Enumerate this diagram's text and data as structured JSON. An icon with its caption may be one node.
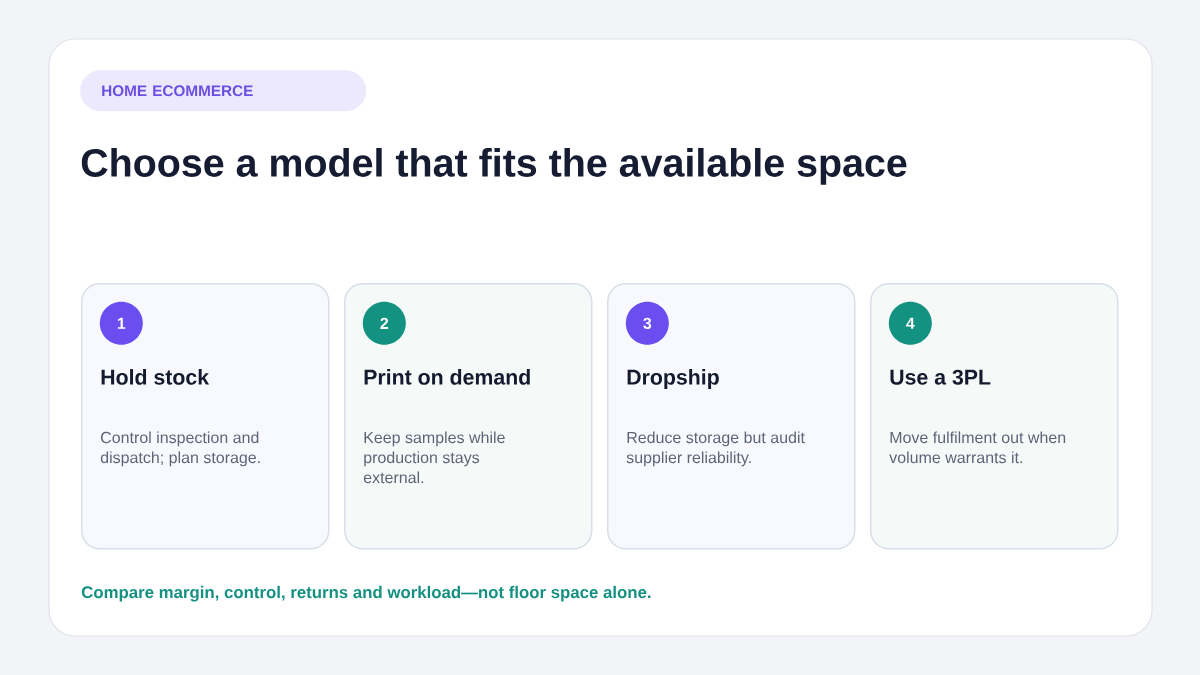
{
  "diagram": {
    "title": "Choose a model that fits the available space",
    "caption": "Compare margin, control, returns and workload—not floor space alone.",
    "nodes": [
      {
        "text": [
          "HOME ECOMMERCE"
        ]
      },
      {
        "text": [
          "Hold stock",
          "Control inspection and dispatch; plan storage."
        ]
      },
      {
        "text": [
          "1"
        ],
        "in": 1
      },
      {
        "text": [
          "Print on demand",
          "Keep samples while production stays external."
        ]
      },
      {
        "text": [
          "2"
        ],
        "in": 3
      },
      {
        "text": [
          "Dropship",
          "Reduce storage but audit supplier reliability."
        ]
      },
      {
        "text": [
          "3"
        ],
        "in": 5
      },
      {
        "text": [
          "Use a 3PL",
          "Move fulfilment out when volume warrants it."
        ]
      },
      {
        "text": [
          "4"
        ],
        "in": 7
      }
    ]
  }
}
